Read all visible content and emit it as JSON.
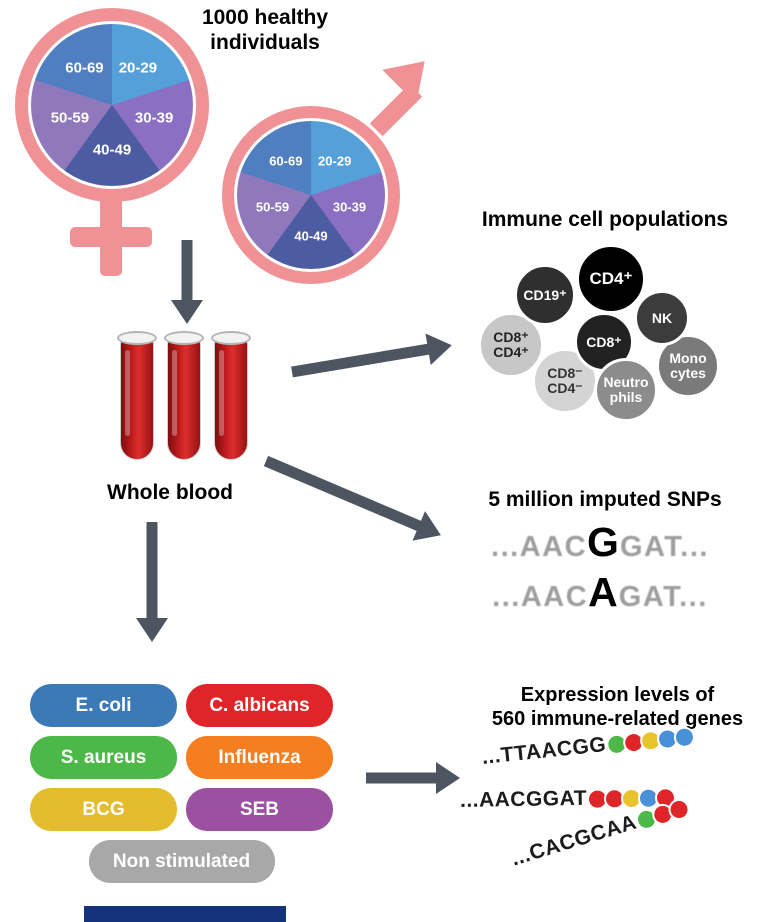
{
  "figure": {
    "cohort_label": "1000 healthy\nindividuals",
    "whole_blood_label": "Whole blood"
  },
  "theme": {
    "gender_pink": "#f09295",
    "arrow_gray": "#4d5560",
    "banner_navy": "#15337c"
  },
  "demographics": {
    "age_groups": [
      "20-29",
      "30-39",
      "40-49",
      "50-59",
      "60-69"
    ],
    "pie_colors": {
      "a20_29": "#55a0d8",
      "a30_39": "#8a6fc2",
      "a40_49": "#4c5ba2",
      "a50_59": "#9078bc",
      "a60_69": "#4f7fc0"
    }
  },
  "immune_cells": {
    "title": "Immune cell populations",
    "cells": [
      {
        "label": "CD19⁺",
        "bg": "#2f2f2f",
        "fg": "#ffffff"
      },
      {
        "label": "CD4⁺",
        "bg": "#000000",
        "fg": "#ffffff"
      },
      {
        "label": "NK",
        "bg": "#3c3c3c",
        "fg": "#ffffff"
      },
      {
        "label": "CD8⁺",
        "bg": "#222222",
        "fg": "#ffffff"
      },
      {
        "label": "CD8⁺\nCD4⁺",
        "bg": "#c7c7c7",
        "fg": "#222222"
      },
      {
        "label": "Mono\ncytes",
        "bg": "#7a7a7a",
        "fg": "#ffffff"
      },
      {
        "label": "CD8⁻\nCD4⁻",
        "bg": "#d4d4d4",
        "fg": "#333333"
      },
      {
        "label": "Neutro\nphils",
        "bg": "#8c8c8c",
        "fg": "#ffffff"
      }
    ]
  },
  "snps": {
    "title": "5 million imputed SNPs",
    "sequences": [
      {
        "prefix": "...AAC",
        "variant": "G",
        "suffix": "GAT..."
      },
      {
        "prefix": "...AAC",
        "variant": "A",
        "suffix": "GAT..."
      }
    ]
  },
  "stimulations": [
    {
      "label": "E. coli",
      "color": "#3c7ab7"
    },
    {
      "label": "C. albicans",
      "color": "#e02529"
    },
    {
      "label": "S. aureus",
      "color": "#4cb848"
    },
    {
      "label": "Influenza",
      "color": "#f57e21"
    },
    {
      "label": "BCG",
      "color": "#e3bd2d"
    },
    {
      "label": "SEB",
      "color": "#9c50a0"
    },
    {
      "label": "Non stimulated",
      "color": "#a8a8a8"
    }
  ],
  "expression": {
    "title": "Expression levels of\n560 immune-related genes",
    "strands": [
      {
        "sequence": "...TTAACGG",
        "beads": [
          "#4cb848",
          "#e02529",
          "#e9c32d",
          "#4a90d9",
          "#4a90d9"
        ]
      },
      {
        "sequence": "...AACGGAT",
        "beads": [
          "#e02529",
          "#e02529",
          "#e9c32d",
          "#4a90d9",
          "#e02529"
        ]
      },
      {
        "sequence": "...CACGCAA",
        "beads": [
          "#4cb848",
          "#e02529",
          "#e02529"
        ]
      }
    ]
  }
}
